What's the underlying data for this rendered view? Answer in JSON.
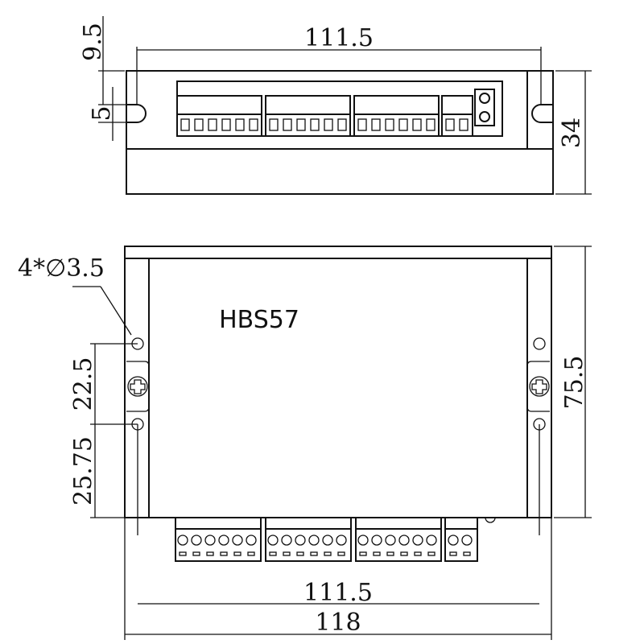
{
  "drawing": {
    "model_label": "HBS57",
    "top_view": {
      "width_dim": "111.5",
      "height_dim": "34",
      "slot_offset_dim": "9.5",
      "slot_width_dim": "5",
      "terminal_blocks": [
        {
          "pins": 6
        },
        {
          "pins": 6
        },
        {
          "pins": 6
        },
        {
          "pins": 2
        }
      ],
      "led_count": 2
    },
    "front_view": {
      "hole_callout": "4*∅3.5",
      "hole_spacing_dim": "22.5",
      "hole_bottom_offset_dim": "25.75",
      "height_dim": "75.5",
      "mount_spacing_dim": "111.5",
      "overall_width_dim": "118",
      "terminal_blocks": [
        {
          "pins": 6
        },
        {
          "pins": 6
        },
        {
          "pins": 6
        },
        {
          "pins": 2
        }
      ]
    }
  }
}
